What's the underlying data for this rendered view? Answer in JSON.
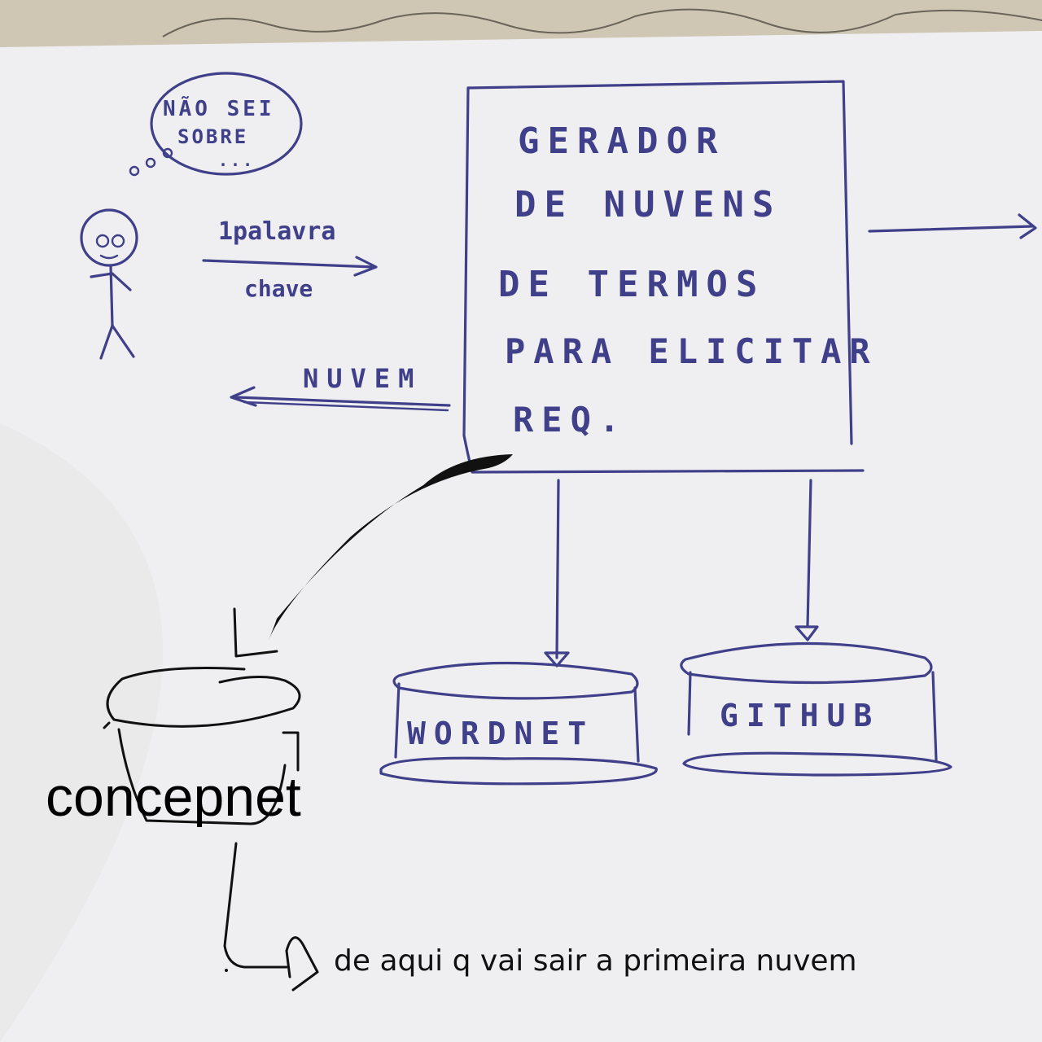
{
  "thought_bubble": {
    "line1": "NÃO SEI",
    "line2": "SOBRE",
    "line3": "..."
  },
  "user_arrow": {
    "top_label": "1palavra",
    "bottom_label": "chave"
  },
  "return_arrow": {
    "label": "NUVEM"
  },
  "generator_box": {
    "line1": "GERADOR",
    "line2": "DE NUVENS",
    "line3": "DE TERMOS",
    "line4": "PARA ELICITAR",
    "line5": "REQ."
  },
  "databases": {
    "wordnet": "WORDNET",
    "github": "GITHUB",
    "conceptnet": "concepnet"
  },
  "annotation": {
    "text": "de aqui q vai sair a primeira nuvem"
  },
  "colors": {
    "ink": "#3f3f8a",
    "paper": "#efeff0",
    "marker": "#111111"
  }
}
